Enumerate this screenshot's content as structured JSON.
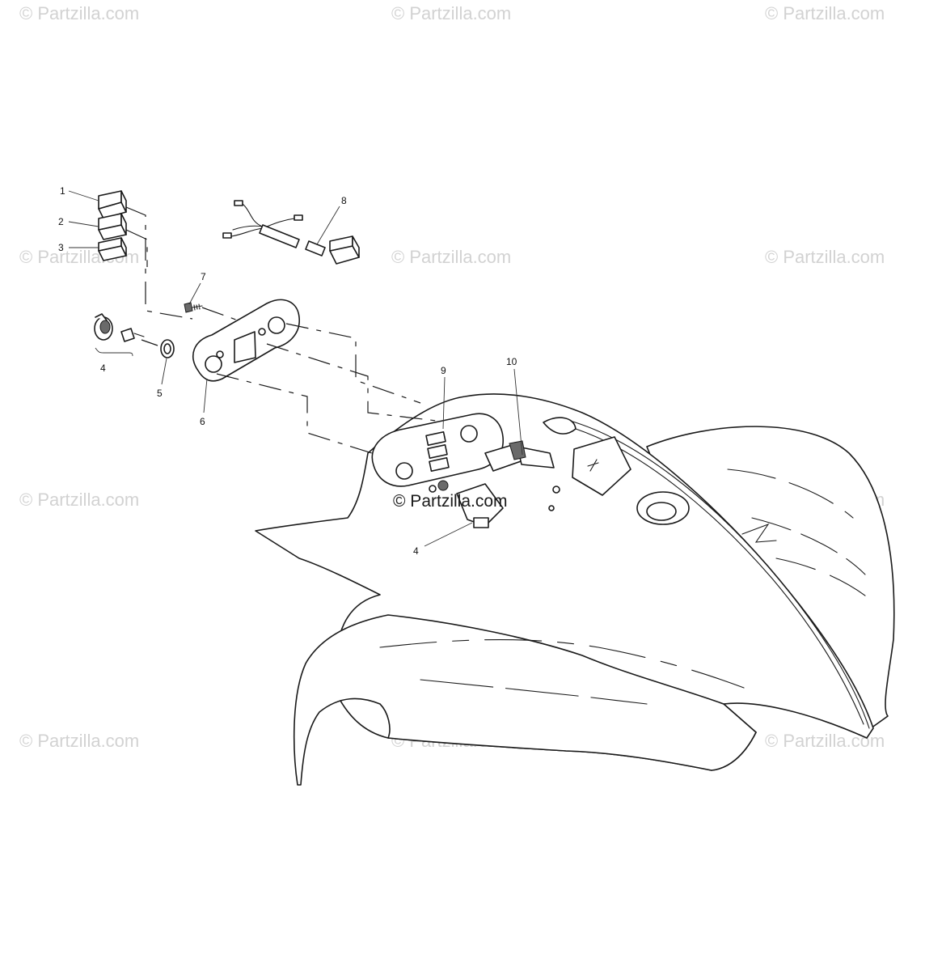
{
  "watermark_text": "© Partzilla.com",
  "callouts": {
    "c1": "1",
    "c2": "2",
    "c3": "3",
    "c4a": "4",
    "c5": "5",
    "c6": "6",
    "c7": "7",
    "c8": "8",
    "c9": "9",
    "c10": "10",
    "c4b": "4"
  },
  "colors": {
    "line": "#1a1a1a",
    "watermark": "#d2d2d2",
    "background": "#ffffff"
  }
}
